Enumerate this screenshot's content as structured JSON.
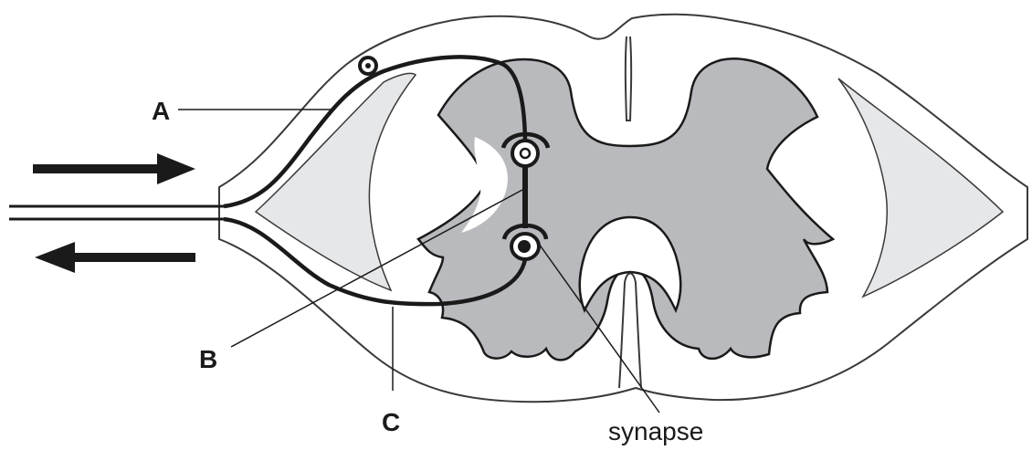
{
  "labels": {
    "a": "A",
    "b": "B",
    "c": "C",
    "synapse": "synapse"
  },
  "colors": {
    "outline": "#3a3a3a",
    "grey_matter": "#b9babd",
    "white_matter": "#ffffff",
    "tract_fill": "#e6e7e9",
    "neuron": "#1a1a1a",
    "arrows": "#1a1a1a",
    "background": "#ffffff"
  },
  "icons": {
    "incoming_arrow": "arrow-right-icon",
    "outgoing_arrow": "arrow-left-icon"
  }
}
